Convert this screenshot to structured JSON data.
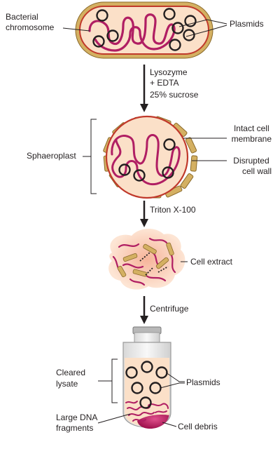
{
  "stage1": {
    "left_label": [
      "Bacterial",
      "chromosome"
    ],
    "right_label": "Plasmids"
  },
  "step1": {
    "lines": [
      "Lysozyme",
      "+ EDTA",
      "25% sucrose"
    ]
  },
  "stage2": {
    "left_label": "Sphaeroplast",
    "right_label_top": [
      "Intact cell",
      "membrane"
    ],
    "right_label_bottom": [
      "Disrupted",
      "cell wall"
    ]
  },
  "step2": {
    "text": "Triton X-100"
  },
  "stage3": {
    "right_label": "Cell extract"
  },
  "step3": {
    "text": "Centrifuge"
  },
  "stage4": {
    "left_label_top": [
      "Cleared",
      "lysate"
    ],
    "right_label_top": "Plasmids",
    "left_label_bottom": [
      "Large DNA",
      "fragments"
    ],
    "right_label_bottom": "Cell debris"
  },
  "colors": {
    "cell_wall": "#d4b062",
    "cytoplasm": "#fbe0c8",
    "membrane": "#c0392b",
    "chromosome": "#b01e63",
    "plasmid": "#231f20",
    "arrow": "#231f20",
    "debris": "#c2185b"
  }
}
